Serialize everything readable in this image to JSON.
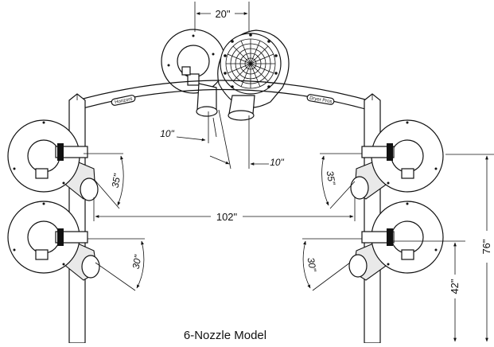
{
  "caption": "6-Nozzle Model",
  "arch": {
    "left_label": "Horizont",
    "right_label": "Dryer Pros"
  },
  "dimensions": {
    "top_width": "20\"",
    "angle_left": "10\"",
    "angle_right": "10\"",
    "angle_upper_left": "35\"",
    "angle_upper_right": "35\"",
    "angle_lower_left": "30\"",
    "angle_lower_right": "30\"",
    "span_width": "102\"",
    "height_lower": "42\"",
    "height_total": "76\""
  }
}
